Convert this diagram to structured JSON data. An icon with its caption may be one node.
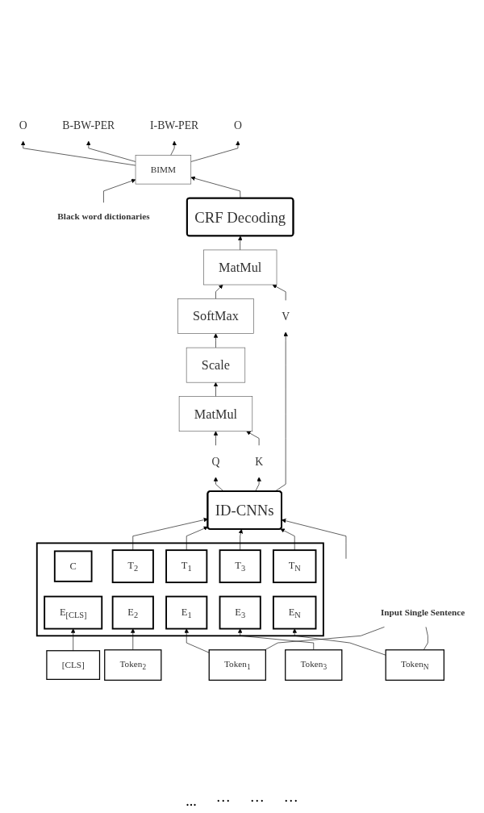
{
  "diagram": {
    "nodes": [
      {
        "text": [
          "O"
        ]
      },
      {
        "text": [
          "B-BW-PER"
        ]
      },
      {
        "text": [
          "I-BW-PER"
        ]
      },
      {
        "text": [
          "O"
        ]
      },
      {
        "text": [
          "BIMM"
        ]
      },
      {
        "text": [
          "Black word dictionaries"
        ]
      },
      {
        "text": [
          "CRF Decoding"
        ]
      },
      {
        "text": [
          "MatMul"
        ]
      },
      {
        "text": [
          "SoftMax"
        ]
      },
      {
        "text": [
          "Scale"
        ]
      },
      {
        "text": [
          "MatMul"
        ]
      },
      {
        "text": [
          "Q"
        ]
      },
      {
        "text": [
          "K"
        ]
      },
      {
        "text": [
          "V"
        ]
      },
      {
        "text": [
          "ID-CNNs"
        ]
      },
      {
        "text": [],
        "shape": "box"
      },
      {
        "text": [
          "C"
        ],
        "in": 15
      },
      {
        "text": [
          "T$_{1}$"
        ],
        "in": 15
      },
      {
        "text": [
          "T$_{2}$"
        ],
        "in": 15
      },
      {
        "text": [
          "T$_{3}$"
        ],
        "in": 15
      },
      {
        "text": [
          "T$_{N}$"
        ],
        "in": 15
      },
      {
        "text": [
          "E$_{[CLS]}$"
        ],
        "in": 15
      },
      {
        "text": [
          "E$_{1}$"
        ],
        "in": 15
      },
      {
        "text": [
          "E$_{2}$"
        ],
        "in": 15
      },
      {
        "text": [
          "E$_{3}$"
        ],
        "in": 15
      },
      {
        "text": [
          "E$_{N}$"
        ],
        "in": 15
      },
      {
        "text": [
          "[CLS]"
        ]
      },
      {
        "text": [
          "Token$_{1}$"
        ]
      },
      {
        "text": [
          "Token$_{2}$"
        ]
      },
      {
        "text": [
          "Token$_{3}$"
        ]
      },
      {
        "text": [
          "Token$_{N}$"
        ]
      },
      {
        "text": [
          "Input Single Sentence"
        ]
      }
    ],
    "edges": [
      {
        "from": 4,
        "to": 0,
        "arrow": "to"
      },
      {
        "from": 4,
        "to": 1,
        "arrow": "to"
      },
      {
        "from": 4,
        "to": 2,
        "arrow": "to"
      },
      {
        "from": 4,
        "to": 3,
        "arrow": "to"
      },
      {
        "from": 5,
        "to": 4,
        "arrow": "to"
      },
      {
        "from": 6,
        "to": 4,
        "arrow": "to"
      },
      {
        "from": 7,
        "to": 6,
        "arrow": "to"
      },
      {
        "from": 8,
        "to": 7,
        "arrow": "to"
      },
      {
        "from": 9,
        "to": 8,
        "arrow": "to"
      },
      {
        "from": 10,
        "to": 9,
        "arrow": "to"
      },
      {
        "from": 11,
        "to": 10,
        "arrow": "to"
      },
      {
        "from": 12,
        "to": 10,
        "arrow": "to"
      },
      {
        "from": 13,
        "to": 7,
        "arrow": "to"
      },
      {
        "from": 14,
        "to": 11,
        "arrow": "to"
      },
      {
        "from": 14,
        "to": 12,
        "arrow": "to"
      },
      {
        "from": 14,
        "to": 13,
        "arrow": "to"
      },
      {
        "from": 17,
        "to": 14,
        "arrow": "to"
      },
      {
        "from": 18,
        "to": 14,
        "arrow": "to"
      },
      {
        "from": 19,
        "to": 14,
        "arrow": "to"
      },
      {
        "from": null,
        "to": 14,
        "arrow": "to"
      },
      {
        "from": 20,
        "to": 14,
        "arrow": "to"
      },
      {
        "from": 26,
        "to": 21,
        "arrow": "to"
      },
      {
        "from": 27,
        "to": 22,
        "arrow": "to"
      },
      {
        "from": 28,
        "to": 23,
        "arrow": "to"
      },
      {
        "from": 29,
        "to": 24,
        "arrow": "to"
      },
      {
        "from": 30,
        "to": 25,
        "arrow": "to"
      },
      {
        "from": 27,
        "to": 31,
        "arrow": "none"
      },
      {
        "from": 30,
        "to": 31,
        "arrow": "none"
      }
    ],
    "labels": [
      "...",
      "···",
      "···",
      "···"
    ]
  }
}
